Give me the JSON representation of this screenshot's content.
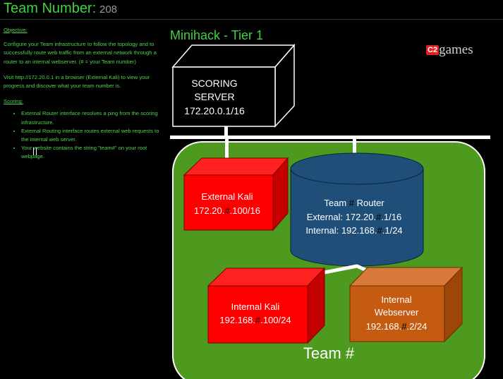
{
  "header": {
    "title": "Team Number:",
    "number": "208"
  },
  "panel": {
    "objective_heading": "Objective:",
    "objective_text": "Configure your Team infrastructure to follow the topology and to successfully route web traffic from an external network through a router to an internal webserver. (# = your Team number)",
    "visit_text": "Visit http://172.20.0.1 in a browser (External Kali) to view your progress and discover what your team number is.",
    "scoring_heading": "Scoring:",
    "scoring_items": [
      "External Router interface resolves a ping from the scoring infrastructure.",
      "External Routing interface routes external web requests to the internal web server.",
      "Your website contains the string \"team#\" on your root webpage."
    ]
  },
  "diagram": {
    "title": "Minihack - Tier 1",
    "logo_badge": "C2",
    "logo_text": "games",
    "scoring_server": {
      "line1": "SCORING",
      "line2": "SERVER",
      "line3": "172.20.0.1/16"
    },
    "team_label": "Team #",
    "external_kali": {
      "name": "External Kali",
      "ip_a": "172.20.",
      "ip_hash": "#",
      "ip_b": ".100/16"
    },
    "router": {
      "name_a": "Team ",
      "name_hash": "#",
      "name_b": " Router",
      "ext_a": "External: 172.20.",
      "ext_hash": "#",
      "ext_b": ".1/16",
      "int_a": "Internal: 192.168.",
      "int_hash": "#",
      "int_b": ".1/24"
    },
    "internal_kali": {
      "name": "Internal Kali",
      "ip_a": "192.168.",
      "ip_hash": "#",
      "ip_b": ".100/24"
    },
    "webserver": {
      "line1": "Internal",
      "line2": "Webserver",
      "ip_a": "192.168.",
      "ip_hash": "#",
      "ip_b": ".2/24"
    },
    "colors": {
      "team_area": "#4e9a1f",
      "red_box": "#ff1a1a",
      "router": "#1f4e79",
      "webserver": "#c55a11",
      "server": "#000000",
      "text_green": "#3fd43f"
    }
  }
}
